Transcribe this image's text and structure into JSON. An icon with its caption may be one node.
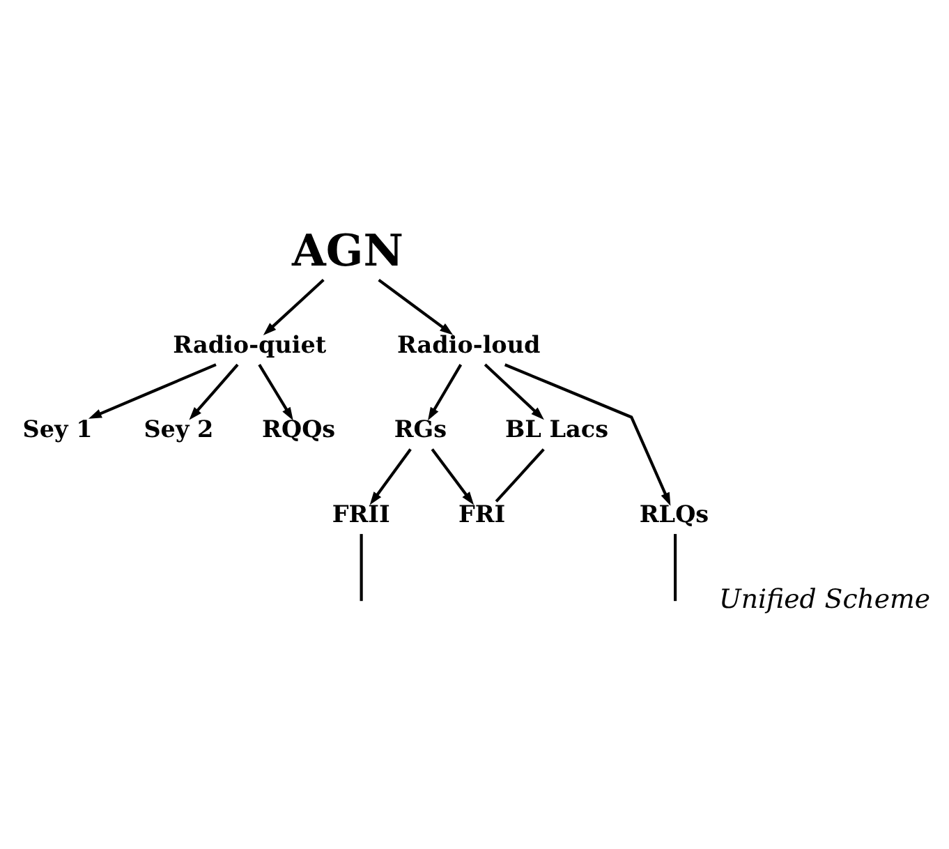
{
  "diagram": {
    "nodes": [
      {
        "text": [
          "AGN"
        ]
      },
      {
        "text": [
          "Radio-quiet"
        ]
      },
      {
        "text": [
          "Radio-loud"
        ]
      },
      {
        "text": [
          "Sey 1"
        ]
      },
      {
        "text": [
          "Sey 2"
        ]
      },
      {
        "text": [
          "RQQs"
        ]
      },
      {
        "text": [
          "RGs"
        ]
      },
      {
        "text": [
          "BL Lacs"
        ]
      },
      {
        "text": [
          "RLQs"
        ]
      },
      {
        "text": [
          "FRII"
        ]
      },
      {
        "text": [
          "FRI"
        ]
      }
    ],
    "edges": [
      {
        "from": 0,
        "to": 1,
        "arrow": "to"
      },
      {
        "from": 0,
        "to": 2,
        "arrow": "to"
      },
      {
        "from": 1,
        "to": 3,
        "arrow": "to"
      },
      {
        "from": 1,
        "to": 4,
        "arrow": "to"
      },
      {
        "from": 1,
        "to": 5,
        "arrow": "to"
      },
      {
        "from": 2,
        "to": 6,
        "arrow": "to"
      },
      {
        "from": 2,
        "to": 7,
        "arrow": "to"
      },
      {
        "from": 2,
        "to": 8,
        "arrow": "to"
      },
      {
        "from": 6,
        "to": 9,
        "arrow": "to"
      },
      {
        "from": 6,
        "to": 10,
        "arrow": "to"
      },
      {
        "from": 10,
        "to": 7,
        "arrow": "none"
      },
      {
        "from": 9,
        "to": null,
        "arrow": "none"
      },
      {
        "from": 8,
        "to": null,
        "arrow": "none"
      }
    ],
    "labels": [
      "Unified Scheme"
    ]
  }
}
